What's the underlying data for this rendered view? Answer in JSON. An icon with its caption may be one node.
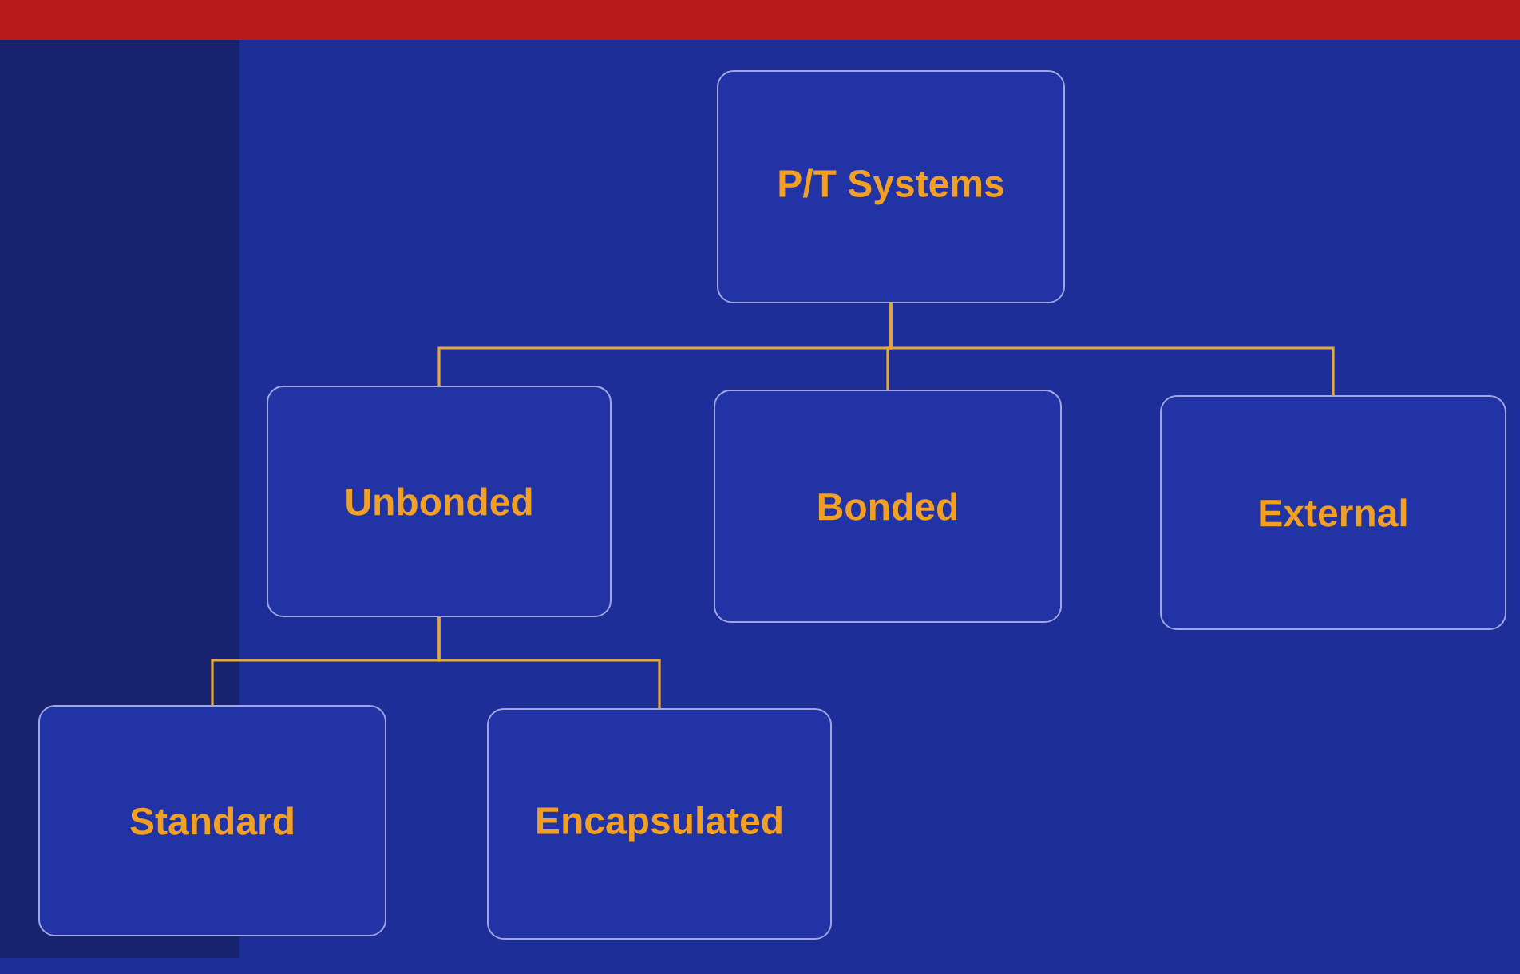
{
  "diagram": {
    "nodes": [
      {
        "text": [
          "P/T Systems"
        ]
      },
      {
        "text": [
          "Unbonded"
        ]
      },
      {
        "text": [
          "Bonded"
        ]
      },
      {
        "text": [
          "External"
        ]
      },
      {
        "text": [
          "Standard"
        ]
      },
      {
        "text": [
          "Encapsulated"
        ]
      }
    ],
    "edges": [
      {
        "from": 0,
        "to": 1,
        "arrow": "none"
      },
      {
        "from": 0,
        "to": 2,
        "arrow": "none"
      },
      {
        "from": 0,
        "to": 3,
        "arrow": "none"
      },
      {
        "from": 1,
        "to": 4,
        "arrow": "none"
      },
      {
        "from": 1,
        "to": 5,
        "arrow": "none"
      }
    ]
  }
}
